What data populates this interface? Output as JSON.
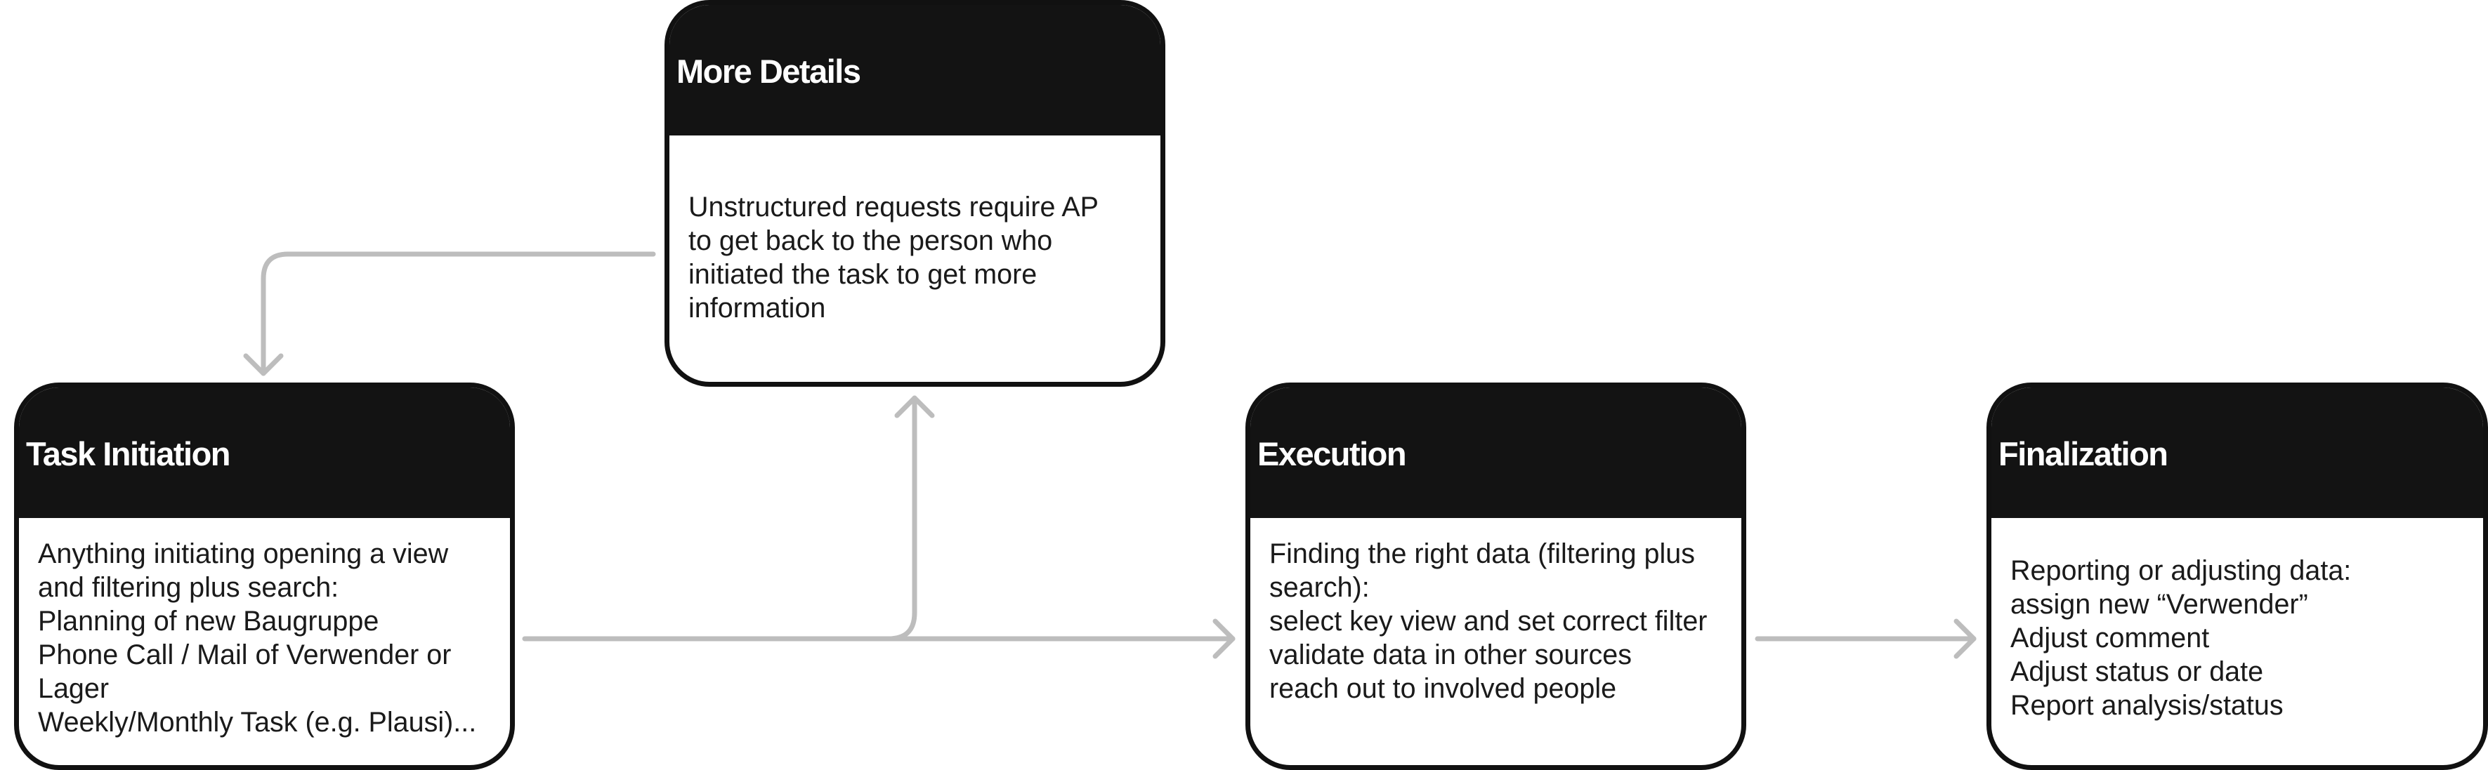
{
  "steps": {
    "initiation": {
      "title": "Task Initiation",
      "lines": [
        "Anything initiating opening a view",
        "and filtering plus search:",
        "Planning of new Baugruppe",
        "Phone Call / Mail of Verwender or",
        "Lager",
        "Weekly/Monthly Task (e.g. Plausi)..."
      ]
    },
    "details": {
      "title": "More Details",
      "lines": [
        "Unstructured requests require AP",
        "to get back to the person who",
        "initiated the task to get more",
        "information"
      ]
    },
    "execution": {
      "title": "Execution",
      "lines": [
        "Finding the right data (filtering plus",
        "search):",
        "select key view and set correct filter",
        "validate data in other sources",
        "reach out to involved people"
      ]
    },
    "finalization": {
      "title": "Finalization",
      "lines": [
        "Reporting or adjusting data:",
        "assign new “Verwender”",
        "Adjust comment",
        "Adjust status or date",
        "Report analysis/status"
      ]
    }
  },
  "colors": {
    "card_header": "#131313",
    "card_border": "#111111",
    "arrow": "#bdbdbd"
  }
}
